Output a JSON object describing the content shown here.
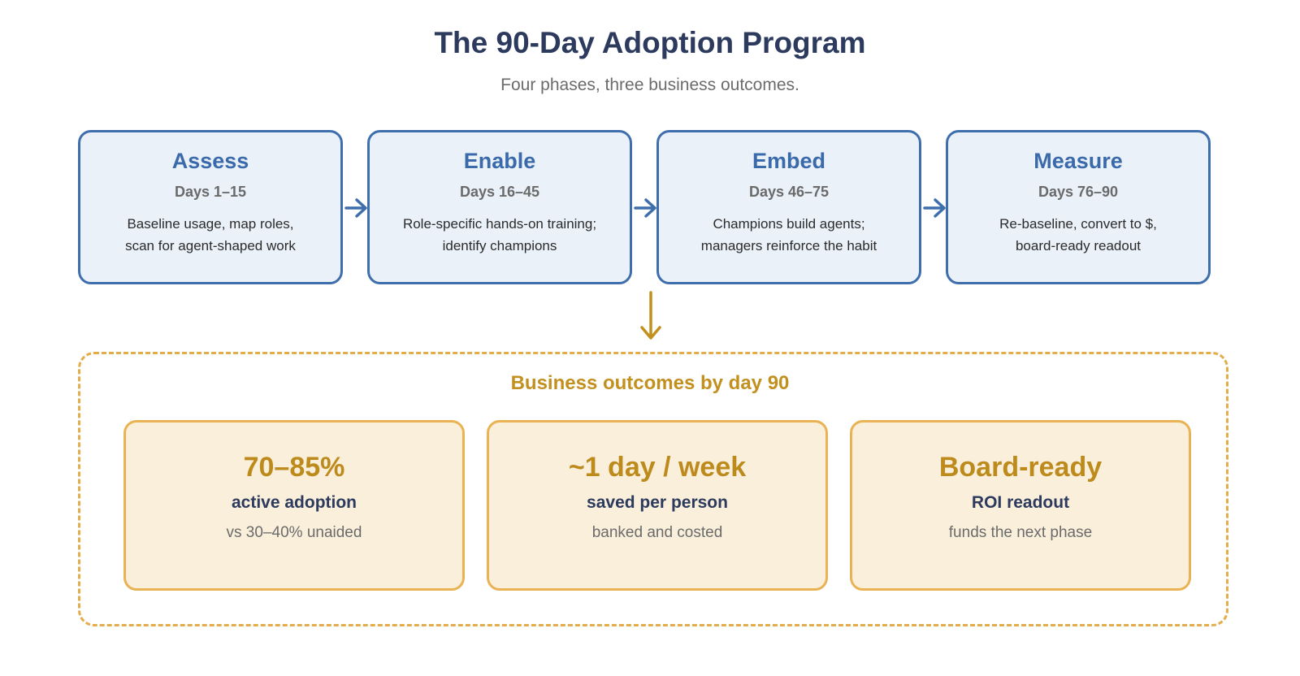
{
  "header": {
    "title": "The 90-Day Adoption Program",
    "subtitle": "Four phases, three business outcomes."
  },
  "phases": [
    {
      "name": "Assess",
      "days": "Days 1–15",
      "description": "Baseline usage, map roles, scan for agent-shaped work"
    },
    {
      "name": "Enable",
      "days": "Days 16–45",
      "description": "Role-specific hands-on training; identify champions"
    },
    {
      "name": "Embed",
      "days": "Days 46–75",
      "description": "Champions build agents; managers reinforce the habit"
    },
    {
      "name": "Measure",
      "days": "Days 76–90",
      "description": "Re-baseline, convert to $, board-ready readout"
    }
  ],
  "outcomes": {
    "title": "Business outcomes by day 90",
    "items": [
      {
        "headline": "70–85%",
        "label": "active adoption",
        "note": "vs 30–40% unaided"
      },
      {
        "headline": "~1 day / week",
        "label": "saved per person",
        "note": "banked and costed"
      },
      {
        "headline": "Board-ready",
        "label": "ROI readout",
        "note": "funds the next phase"
      }
    ]
  },
  "colors": {
    "title": "#2c3a5e",
    "phase_accent": "#3f6ead",
    "phase_fill": "#eaf1f9",
    "outcome_accent": "#e9b253",
    "outcome_text": "#bd8a1c",
    "outcome_fill": "#faefdb"
  }
}
